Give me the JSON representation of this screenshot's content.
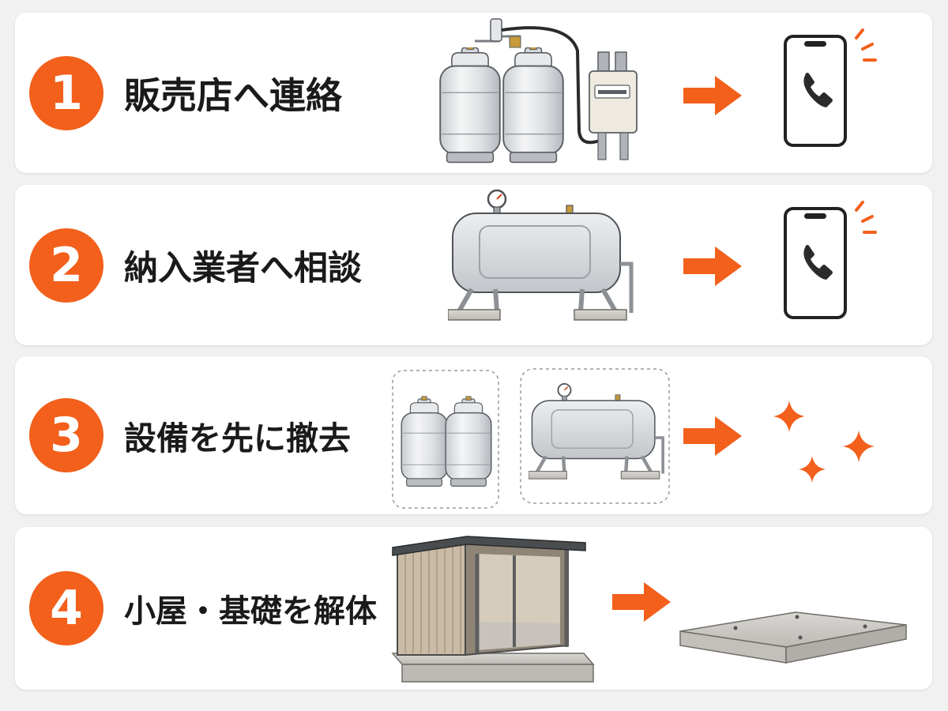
{
  "theme": {
    "accent": "#f2601c",
    "text": "#1a1a1a",
    "card": "#ffffff",
    "background": "#f1f1f1"
  },
  "steps": [
    {
      "number": "1",
      "label": "販売店へ連絡",
      "icons": [
        "gas-cylinders-with-meter",
        "arrow-right-icon",
        "smartphone-call-icon"
      ]
    },
    {
      "number": "2",
      "label": "納入業者へ相談",
      "icons": [
        "fuel-tank-on-stand",
        "arrow-right-icon",
        "smartphone-call-icon"
      ]
    },
    {
      "number": "3",
      "label": "設備を先に撤去",
      "icons": [
        "gas-cylinders-cutout",
        "fuel-tank-cutout",
        "arrow-right-icon",
        "sparkle-icon"
      ]
    },
    {
      "number": "4",
      "label": "小屋・基礎を解体",
      "icons": [
        "shed-on-foundation",
        "arrow-right-icon",
        "concrete-slab"
      ]
    }
  ]
}
